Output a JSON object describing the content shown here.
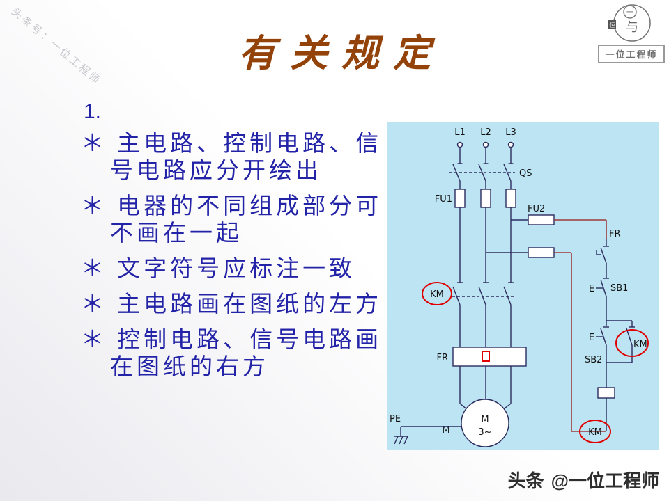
{
  "watermark": "头条号：一位工程师",
  "logo": {
    "small_circle_char": "一",
    "big_circle_char": "与",
    "side_char": "恒",
    "box_text": "一位工程师"
  },
  "title": "有关规定",
  "content": {
    "number": "1.",
    "bullets": [
      "＊ 主电路、控制电路、信\n号电路应分开绘出",
      "＊ 电器的不同组成部分可\n不画在一起",
      "＊ 文字符号应标注一致",
      "＊ 主电路画在图纸的左方",
      "＊ 控制电路、信号电路画\n在图纸的右方"
    ]
  },
  "diagram": {
    "labels": {
      "L1": "L1",
      "L2": "L2",
      "L3": "L3",
      "QS": "QS",
      "FU1": "FU1",
      "FU2": "FU2",
      "FR_control": "FR",
      "KM_main": "KM",
      "E_sb1": "E",
      "SB1": "SB1",
      "E_sb2": "E",
      "SB2": "SB2",
      "KM_aux": "KM",
      "FR_main": "FR",
      "KM_coil": "KM",
      "PE": "PE",
      "M_big": "M",
      "motor_letter": "M",
      "motor_phase": "3~"
    }
  },
  "footer": {
    "brand": "头条",
    "handle": "@一位工程师"
  },
  "colors": {
    "title": "#93430a",
    "bullet_text": "#2323a8",
    "diagram_bg": "#bde4f2",
    "wire": "#2b2b5e",
    "feed_wire": "#9e3a3a",
    "highlight": "#e00000"
  }
}
